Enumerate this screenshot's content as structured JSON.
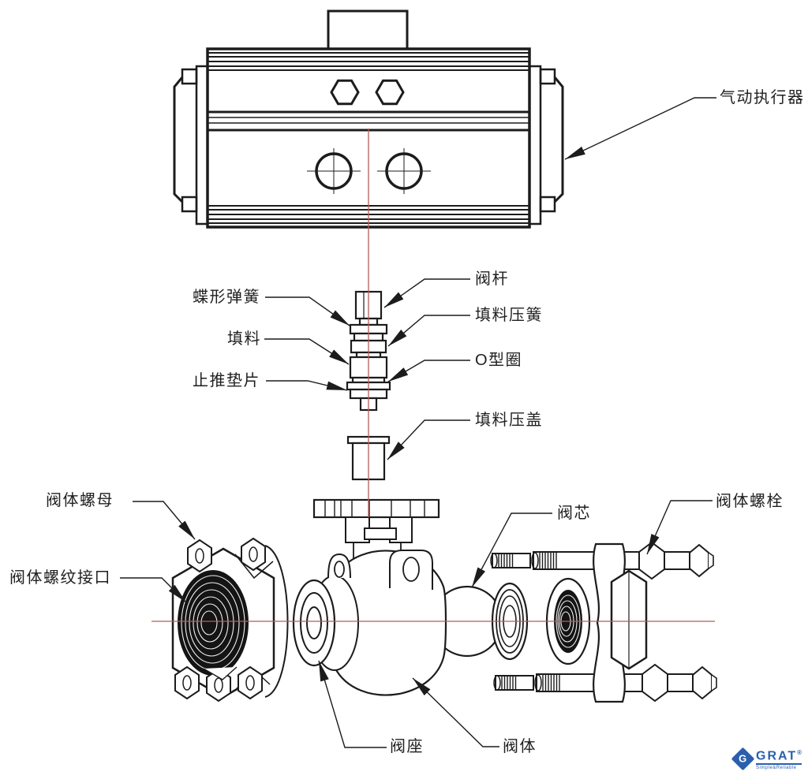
{
  "diagram": {
    "labels": {
      "actuator": "气动执行器",
      "butterfly_spring": "蝶形弹簧",
      "packing": "填料",
      "thrust_washer": "止推垫片",
      "valve_stem": "阀杆",
      "packing_spring": "填料压簧",
      "o_ring": "O型圈",
      "packing_gland": "填料压盖",
      "body_nut": "阀体螺母",
      "body_threaded_port": "阀体螺纹接口",
      "valve_core": "阀芯",
      "body_bolt": "阀体螺栓",
      "valve_seat": "阀座",
      "valve_body": "阀体"
    },
    "colors": {
      "line": "#1c1c1c",
      "centerline": "#b35c5c",
      "background": "#ffffff",
      "logo_blue": "#2b5fae"
    }
  },
  "logo": {
    "monogram": "G",
    "name": "GRAT",
    "registered": "®",
    "tagline": "Simple&Reliable"
  }
}
